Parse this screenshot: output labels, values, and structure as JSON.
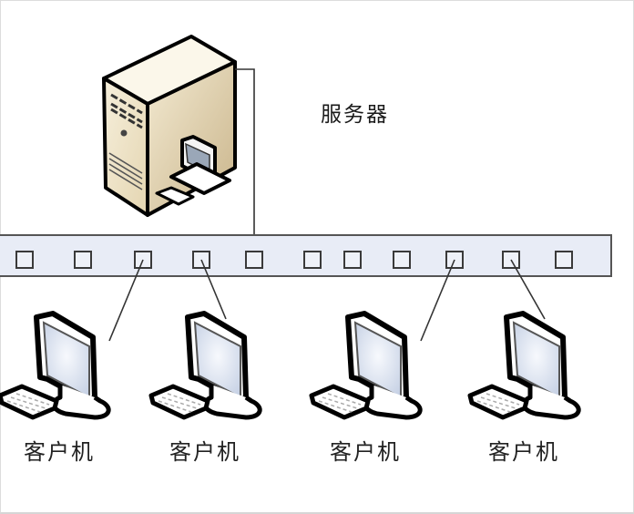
{
  "diagram": {
    "title": "",
    "server": {
      "label": "服务器",
      "icon": "server-tower-icon"
    },
    "network_bar": {
      "port_count": 11,
      "icon": "switch-port-icon"
    },
    "clients": [
      {
        "label": "客户机",
        "icon": "desktop-computer-icon",
        "connected_port": 3
      },
      {
        "label": "客户机",
        "icon": "desktop-computer-icon",
        "connected_port": 4
      },
      {
        "label": "客户机",
        "icon": "desktop-computer-icon",
        "connected_port": 9
      },
      {
        "label": "客户机",
        "icon": "desktop-computer-icon",
        "connected_port": 10
      }
    ],
    "server_connected_port": 5,
    "colors": {
      "bar_fill": "#e8ecf6",
      "bar_stroke": "#555555",
      "server_body": "#efe3c6",
      "screen": "#dfe6f2",
      "line": "#333333"
    }
  }
}
